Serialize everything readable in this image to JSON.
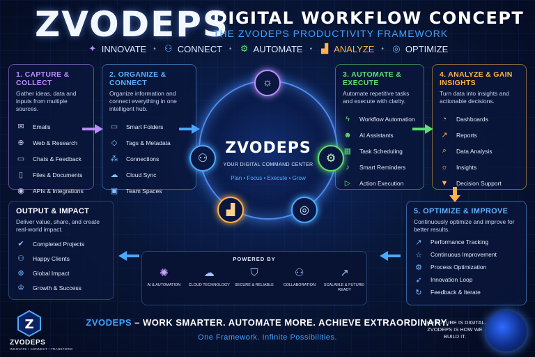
{
  "header": {
    "brand": "ZVODEPS",
    "headline": "DIGITAL WORKFLOW CONCEPT",
    "subhead": "THE ZVODEPS PRODUCTIVITY FRAMEWORK"
  },
  "pills": [
    {
      "label": "INNOVATE",
      "icon": "lightbulb-icon",
      "color": "#b98cff"
    },
    {
      "label": "CONNECT",
      "icon": "people-icon",
      "color": "#5fb0ff"
    },
    {
      "label": "AUTOMATE",
      "icon": "gear-icon",
      "color": "#5be06c"
    },
    {
      "label": "ANALYZE",
      "icon": "chart-icon",
      "color": "#ffb347"
    },
    {
      "label": "OPTIMIZE",
      "icon": "target-icon",
      "color": "#5fb0ff"
    }
  ],
  "panels": {
    "capture": {
      "title": "1. CAPTURE & COLLECT",
      "desc": "Gather ideas, data and inputs from multiple sources.",
      "color": "#b98cff",
      "items": [
        "Emails",
        "Web & Research",
        "Chats & Feedback",
        "Files & Documents",
        "APIs & Integrations"
      ]
    },
    "organize": {
      "title": "2. ORGANIZE & CONNECT",
      "desc": "Organize information and connect everything in one intelligent hub.",
      "color": "#5fb0ff",
      "items": [
        "Smart Folders",
        "Tags & Metadata",
        "Connections",
        "Cloud Sync",
        "Team Spaces"
      ]
    },
    "automate": {
      "title": "3. AUTOMATE & EXECUTE",
      "desc": "Automate repetitive tasks and execute with clarity.",
      "color": "#5be06c",
      "items": [
        "Workflow Automation",
        "AI Assistants",
        "Task Scheduling",
        "Smart Reminders",
        "Action Execution"
      ]
    },
    "analyze": {
      "title": "4. ANALYZE & GAIN INSIGHTS",
      "desc": "Turn data into insights and actionable decisions.",
      "color": "#ffb347",
      "items": [
        "Dashboards",
        "Reports",
        "Data Analysis",
        "Insights",
        "Decision Support"
      ]
    },
    "optimize": {
      "title": "5. OPTIMIZE & IMPROVE",
      "desc": "Continuously optimize and improve for better results.",
      "color": "#5fb0ff",
      "items": [
        "Performance Tracking",
        "Continuous Improvement",
        "Process Optimization",
        "Innovation Loop",
        "Feedback & Iterate"
      ]
    },
    "output": {
      "title": "OUTPUT & IMPACT",
      "desc": "Deliver value, share, and create real-world impact.",
      "color": "#ffffff",
      "items": [
        "Completed Projects",
        "Happy Clients",
        "Global Impact",
        "Growth & Success"
      ]
    }
  },
  "center": {
    "title": "ZVODEPS",
    "subtitle": "YOUR DIGITAL COMMAND CENTER",
    "tagline": "Plan • Focus • Execute • Grow"
  },
  "powered": {
    "title": "POWERED BY",
    "items": [
      "AI & AUTOMATION",
      "CLOUD TECHNOLOGY",
      "SECURE & RELIABLE",
      "COLLABORATION",
      "SCALABLE & FUTURE-READY"
    ]
  },
  "footer": {
    "highlight": "ZVODEPS",
    "line": " – WORK SMARTER. AUTOMATE MORE. ACHIEVE EXTRAORDINARY.",
    "sub": "One Framework. Infinite Possibilities.",
    "logo_name": "ZVODEPS",
    "logo_tag": "INNOVATE • CONNECT • TRANSFORM",
    "future": "THE FUTURE IS DIGITAL. ZVODEPS IS HOW WE BUILD IT."
  }
}
